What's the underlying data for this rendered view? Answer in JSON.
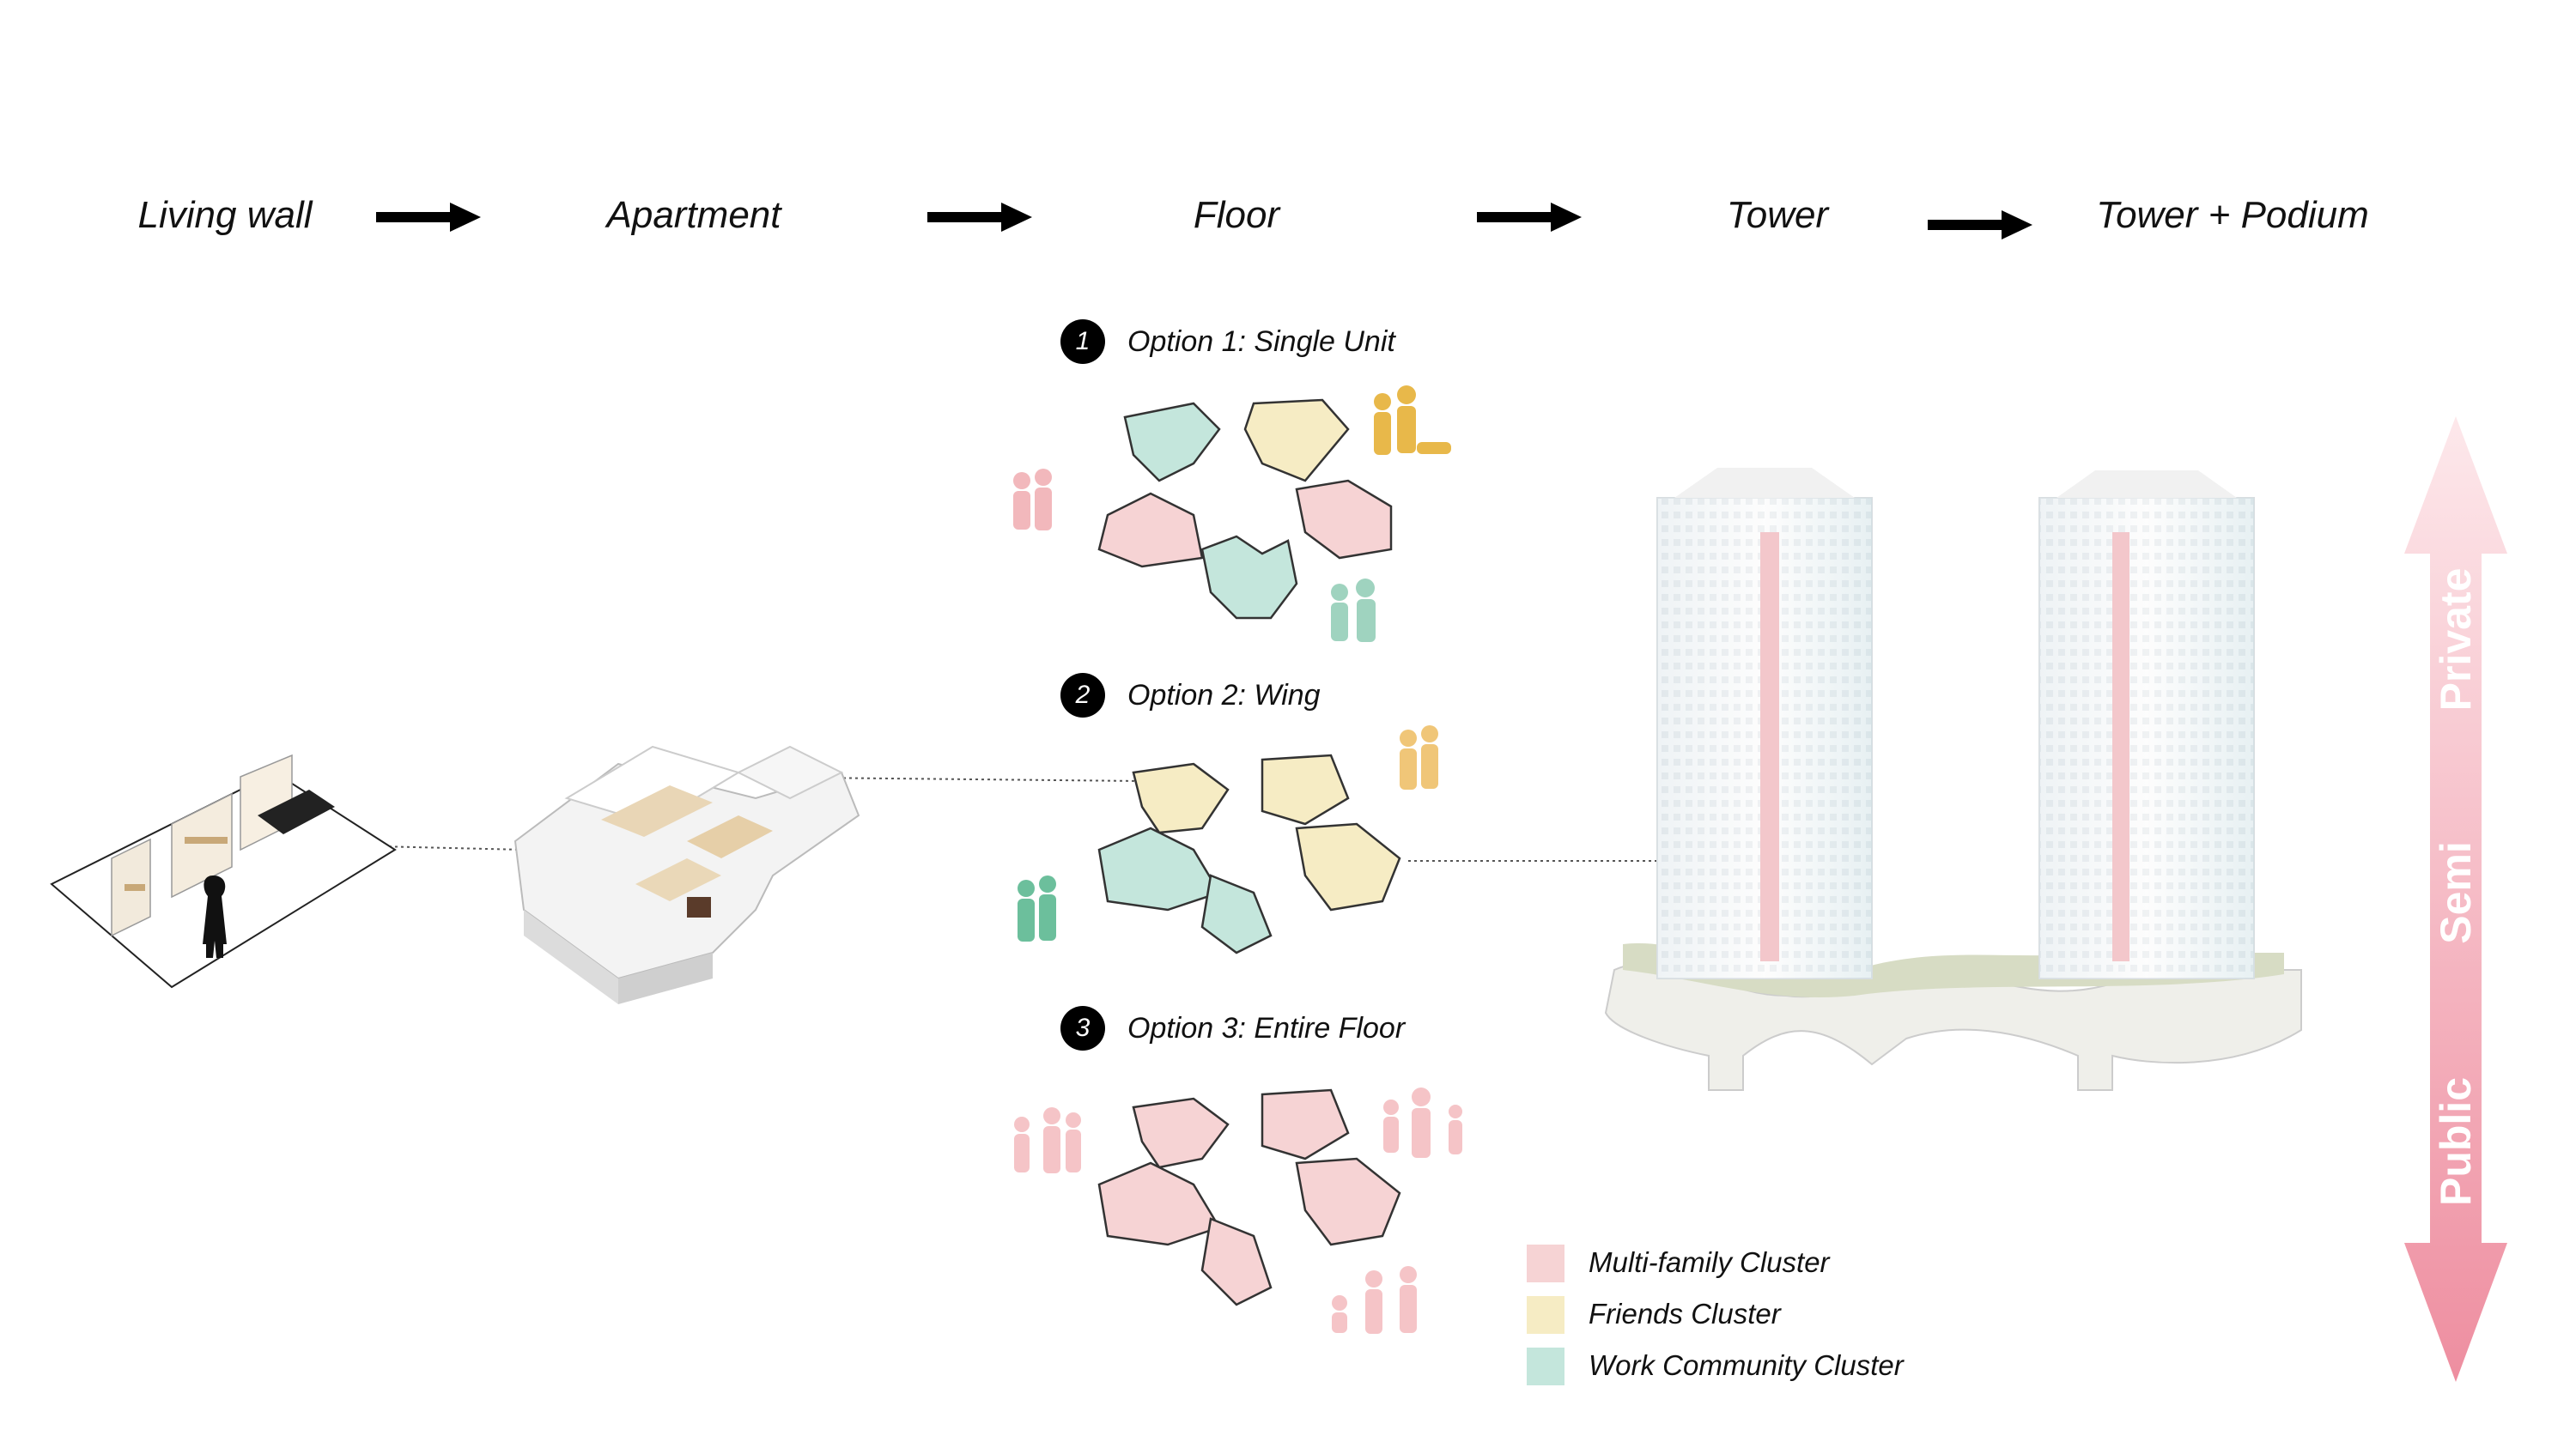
{
  "stages": [
    "Living wall",
    "Apartment",
    "Floor",
    "Tower",
    "Tower + Podium"
  ],
  "options": [
    {
      "number": "1",
      "label": "Option 1: Single Unit"
    },
    {
      "number": "2",
      "label": "Option 2: Wing"
    },
    {
      "number": "3",
      "label": "Option 3: Entire Floor"
    }
  ],
  "legend": [
    {
      "label": "Multi-family Cluster",
      "color": "#f6d3d4"
    },
    {
      "label": "Friends Cluster",
      "color": "#f6ecc4"
    },
    {
      "label": "Work Community Cluster",
      "color": "#c4e6dc"
    }
  ],
  "privacy_axis": {
    "top": "Private",
    "middle": "Semi",
    "bottom": "Public"
  },
  "colors": {
    "pink": "#f0c4c6",
    "pink_fill": "#f6d3d4",
    "yellow": "#eee2b0",
    "yellow_fill": "#f6ecc4",
    "green": "#b7dccf",
    "green_fill": "#c4e6dc",
    "people_pink": "#f2b8bc",
    "people_yellow": "#e8b84a",
    "people_green": "#7cc7a8",
    "arrow_top": "#fbe3e6",
    "arrow_bottom": "#ee8ea0"
  }
}
